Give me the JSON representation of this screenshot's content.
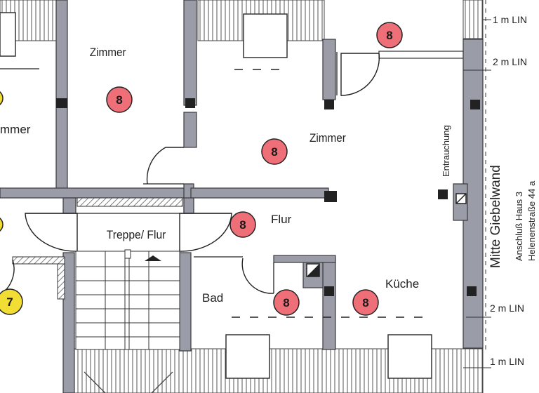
{
  "rooms": {
    "zimmer_left": "Zimmer",
    "zimmer_center": "Zimmer",
    "zimmer_far_left_partial": "mmer",
    "treppe_flur": "Treppe/ Flur",
    "flur": "Flur",
    "bad": "Bad",
    "kueche": "Küche"
  },
  "badges": {
    "b_zimmer_left": "8",
    "b_zimmer_center": "8",
    "b_top_right": "8",
    "b_flur": "8",
    "b_bad": "8",
    "b_kueche": "8",
    "b_yellow": "7"
  },
  "side_text": {
    "giebelwand": "Mitte Giebelwand",
    "anschluss": "Anschluß Haus 3",
    "adresse": "Helenenstraße 44 a",
    "entrauchung": "Entrauchung"
  },
  "line_labels": {
    "l1": "1 m LIN",
    "l2": "2 m LIN",
    "l3": "2 m LIN",
    "l4": "1 m LIN"
  },
  "colors": {
    "wall": "#9a9ca8",
    "wall_stroke": "#3a3a3a",
    "badge_red": "#ef6f78",
    "badge_yellow": "#f2dd35",
    "dark_block": "#222222"
  }
}
